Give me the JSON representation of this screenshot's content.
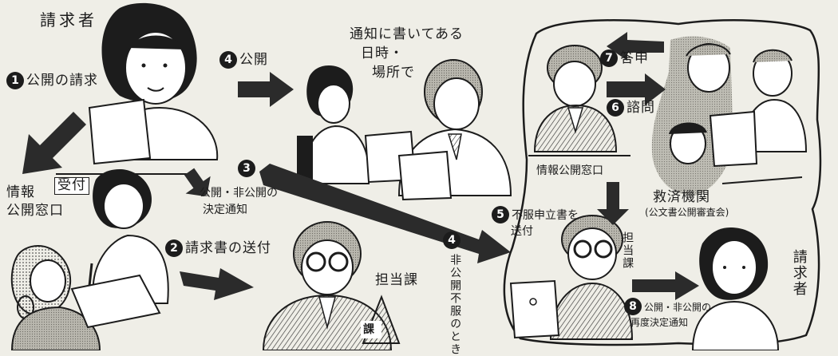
{
  "title": "請求者",
  "labels": {
    "step1": "公開の請求",
    "step1_num": "1",
    "step2": "請求書の送付",
    "step2_num": "2",
    "step3_num": "3",
    "step3_line1": "公開・非公開の",
    "step3_line2": "決定通知",
    "step4a_num": "4",
    "step4a": "公開",
    "step4b_num": "4",
    "step4b": "非公開不服のとき",
    "notice_line1": "通知に書いてある",
    "notice_line2": "日時・",
    "notice_line3": "場所で",
    "step5_num": "5",
    "step5_line1": "不服申立書を",
    "step5_line2": "送付",
    "step6_num": "6",
    "step6": "諮問",
    "step7_num": "7",
    "step7": "答申",
    "step8_num": "8",
    "step8_line1": "公開・非公開の",
    "step8_line2": "再度決定通知",
    "info_window": "情報公開窓口",
    "info_window_left1": "情報",
    "info_window_left2": "公開窓口",
    "reception": "受付",
    "dept": "担当課",
    "dept_vertical": "担当課",
    "dept_badge": "課",
    "relief": "救済機関",
    "relief_sub": "(公文書公開審査会)",
    "requester_right": "請求者"
  },
  "icons": [
    "requester-figure",
    "clerk-figure",
    "officer-figure",
    "committee-figure",
    "arrow-icon",
    "document-icon",
    "envelope-icon",
    "pencil-icon"
  ]
}
